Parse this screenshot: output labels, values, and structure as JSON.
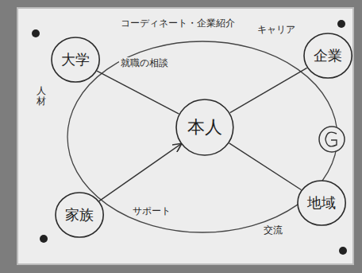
{
  "diagram": {
    "nodes": [
      {
        "text": [
          "本人"
        ]
      },
      {
        "text": [
          "企業"
        ]
      },
      {
        "text": [
          "地域"
        ]
      },
      {
        "text": [
          "家族"
        ]
      },
      {
        "text": [
          "大学"
        ]
      }
    ],
    "edges": [
      {
        "from": 4,
        "to": 0,
        "arrow": "none"
      },
      {
        "from": 1,
        "to": 0,
        "arrow": "none"
      },
      {
        "from": 2,
        "to": 0,
        "arrow": "none"
      },
      {
        "from": 3,
        "to": 0,
        "arrow": "to"
      }
    ],
    "labels": [
      "コーディネート・企業紹介",
      "就職の相談",
      "キャリア",
      "交流",
      "サポート",
      "人材"
    ]
  }
}
